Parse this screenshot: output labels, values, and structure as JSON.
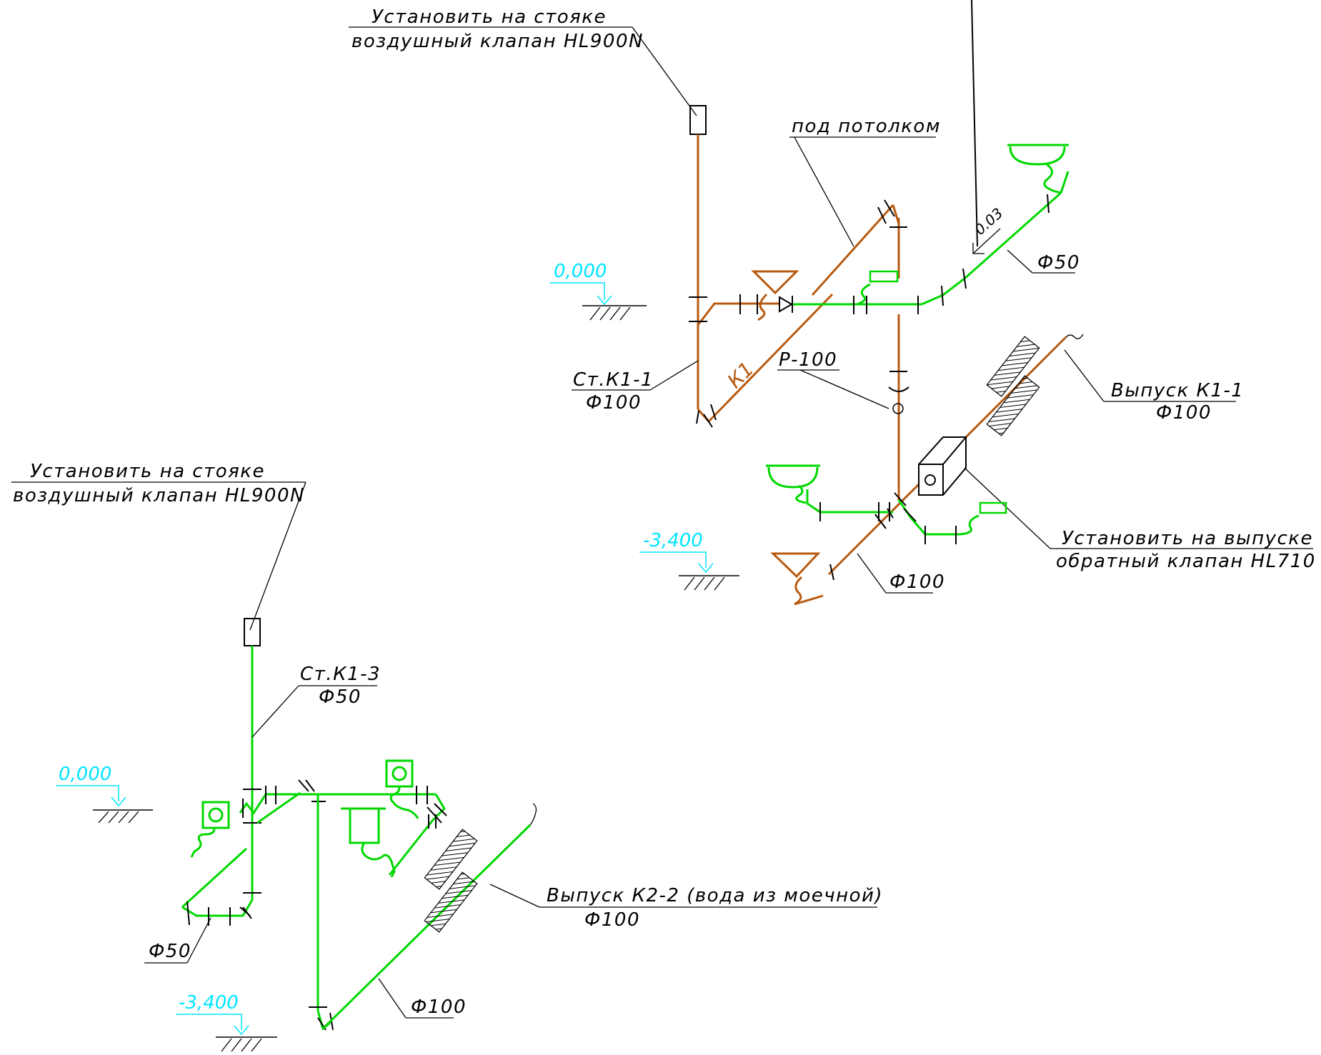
{
  "labels": {
    "vent_valve_top_1": "Установить на стояке",
    "vent_valve_top_2": "воздушный клапан HL900N",
    "ceiling": "под потолком",
    "slope": "0.03",
    "dia50_top": "Ф50",
    "level_0_top": "0,000",
    "riser_k1_1_name": "Ст.К1-1",
    "riser_k1_1_dia": "Ф100",
    "k1_pipe": "К1",
    "p100": "Р-100",
    "outlet_k1_1_name": "Выпуск К1-1",
    "outlet_k1_1_dia": "Ф100",
    "check_valve_1": "Установить на выпуске",
    "check_valve_2": "обратный клапан HL710",
    "level_m34_top": "-3,400",
    "dia100_top": "Ф100",
    "vent_valve_bottom_1": "Установить на стояке",
    "vent_valve_bottom_2": "воздушный клапан HL900N",
    "riser_k1_3_name": "Ст.К1-3",
    "riser_k1_3_dia": "Ф50",
    "level_0_bottom": "0,000",
    "outlet_k2_2_name": "Выпуск К2-2 (вода из моечной)",
    "outlet_k2_2_dia": "Ф100",
    "dia50_bottom": "Ф50",
    "level_m34_bottom": "-3,400",
    "dia100_bottom": "Ф100"
  },
  "colors": {
    "sewer_brown": "#b85a10",
    "drain_green": "#00d800",
    "level_cyan": "#00e5ff",
    "line_black": "#000000"
  }
}
